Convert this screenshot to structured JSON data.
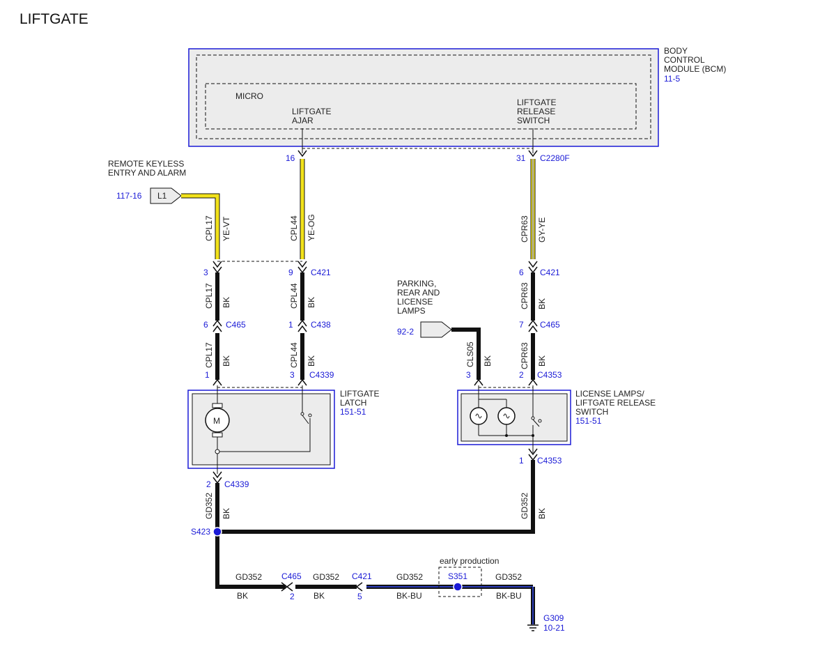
{
  "title": "LIFTGATE",
  "bcm": {
    "name_lines": [
      "BODY",
      "CONTROL",
      "MODULE (BCM)"
    ],
    "ref": "11-5",
    "micro": "MICRO",
    "ajar_lines": [
      "LIFTGATE",
      "AJAR"
    ],
    "release_lines": [
      "LIFTGATE",
      "RELEASE",
      "SWITCH"
    ],
    "pin_ajar": "16",
    "pin_release": "31",
    "connector": "C2280F"
  },
  "rke": {
    "name_lines": [
      "REMOTE KEYLESS",
      "ENTRY AND ALARM"
    ],
    "ref": "117-16",
    "tag": "L1"
  },
  "parking": {
    "name_lines": [
      "PARKING,",
      "REAR AND",
      "LICENSE",
      "LAMPS"
    ],
    "ref": "92-2"
  },
  "wires": {
    "cpl17": "CPL17",
    "cpl44": "CPL44",
    "cpr63": "CPR63",
    "cls05": "CLS05",
    "gd352": "GD352",
    "ye_vt": "YE-VT",
    "ye_og": "YE-OG",
    "gy_ye": "GY-YE",
    "bk": "BK",
    "bk_bu": "BK-BU"
  },
  "connectors": {
    "c421": "C421",
    "c465": "C465",
    "c438": "C438",
    "c4339": "C4339",
    "c4353": "C4353"
  },
  "pins": {
    "p3": "3",
    "p9": "9",
    "p6": "6",
    "p1": "1",
    "p7": "7",
    "p2": "2",
    "p5": "5"
  },
  "latch": {
    "name_lines": [
      "LIFTGATE",
      "LATCH"
    ],
    "ref": "151-51",
    "motor": "M"
  },
  "license": {
    "name_lines": [
      "LICENSE LAMPS/",
      "LIFTGATE RELEASE",
      "SWITCH"
    ],
    "ref": "151-51"
  },
  "splices": {
    "s423": "S423",
    "s351": "S351",
    "early": "early production"
  },
  "ground": {
    "name": "G309",
    "ref": "10-21"
  },
  "colors": {
    "wire_bk": "#111111",
    "wire_ye": "#f2e21a",
    "wire_gy": "#9a9a9a",
    "wire_bu": "#2a3bb8",
    "accent_blue": "#1a1ad6",
    "component_fill": "#ececec"
  }
}
